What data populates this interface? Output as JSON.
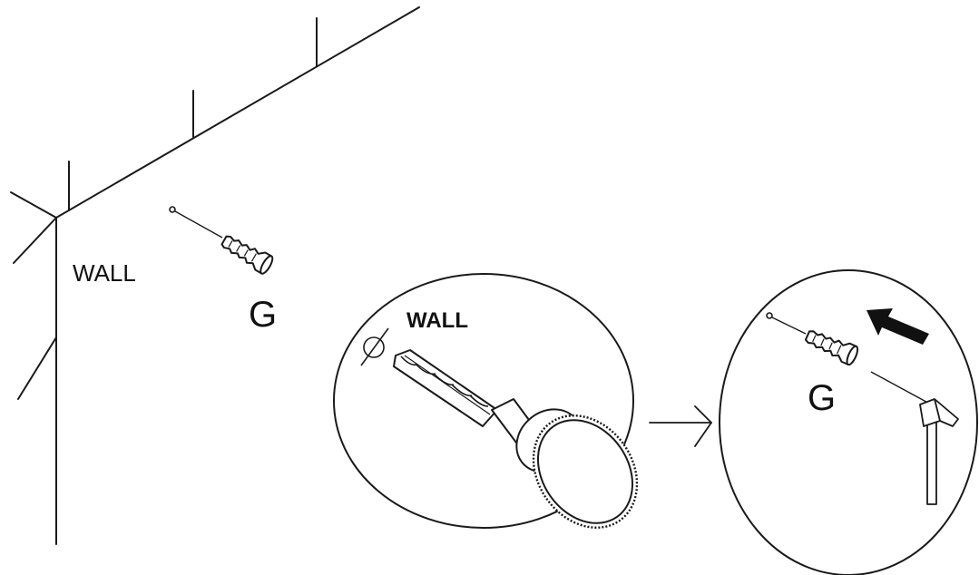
{
  "labels": {
    "wall_main": "WALL",
    "anchor_main": "G",
    "wall_detail": "WALL",
    "anchor_detail": "G"
  },
  "icons": [
    "wall-corner-icon",
    "screw-icon",
    "wall-plug-icon",
    "drill-icon",
    "hole-marker-icon",
    "right-arrow-icon",
    "direction-arrow-icon",
    "hammer-icon"
  ],
  "colors": {
    "line": "#1a1a1a",
    "background": "#ffffff"
  }
}
